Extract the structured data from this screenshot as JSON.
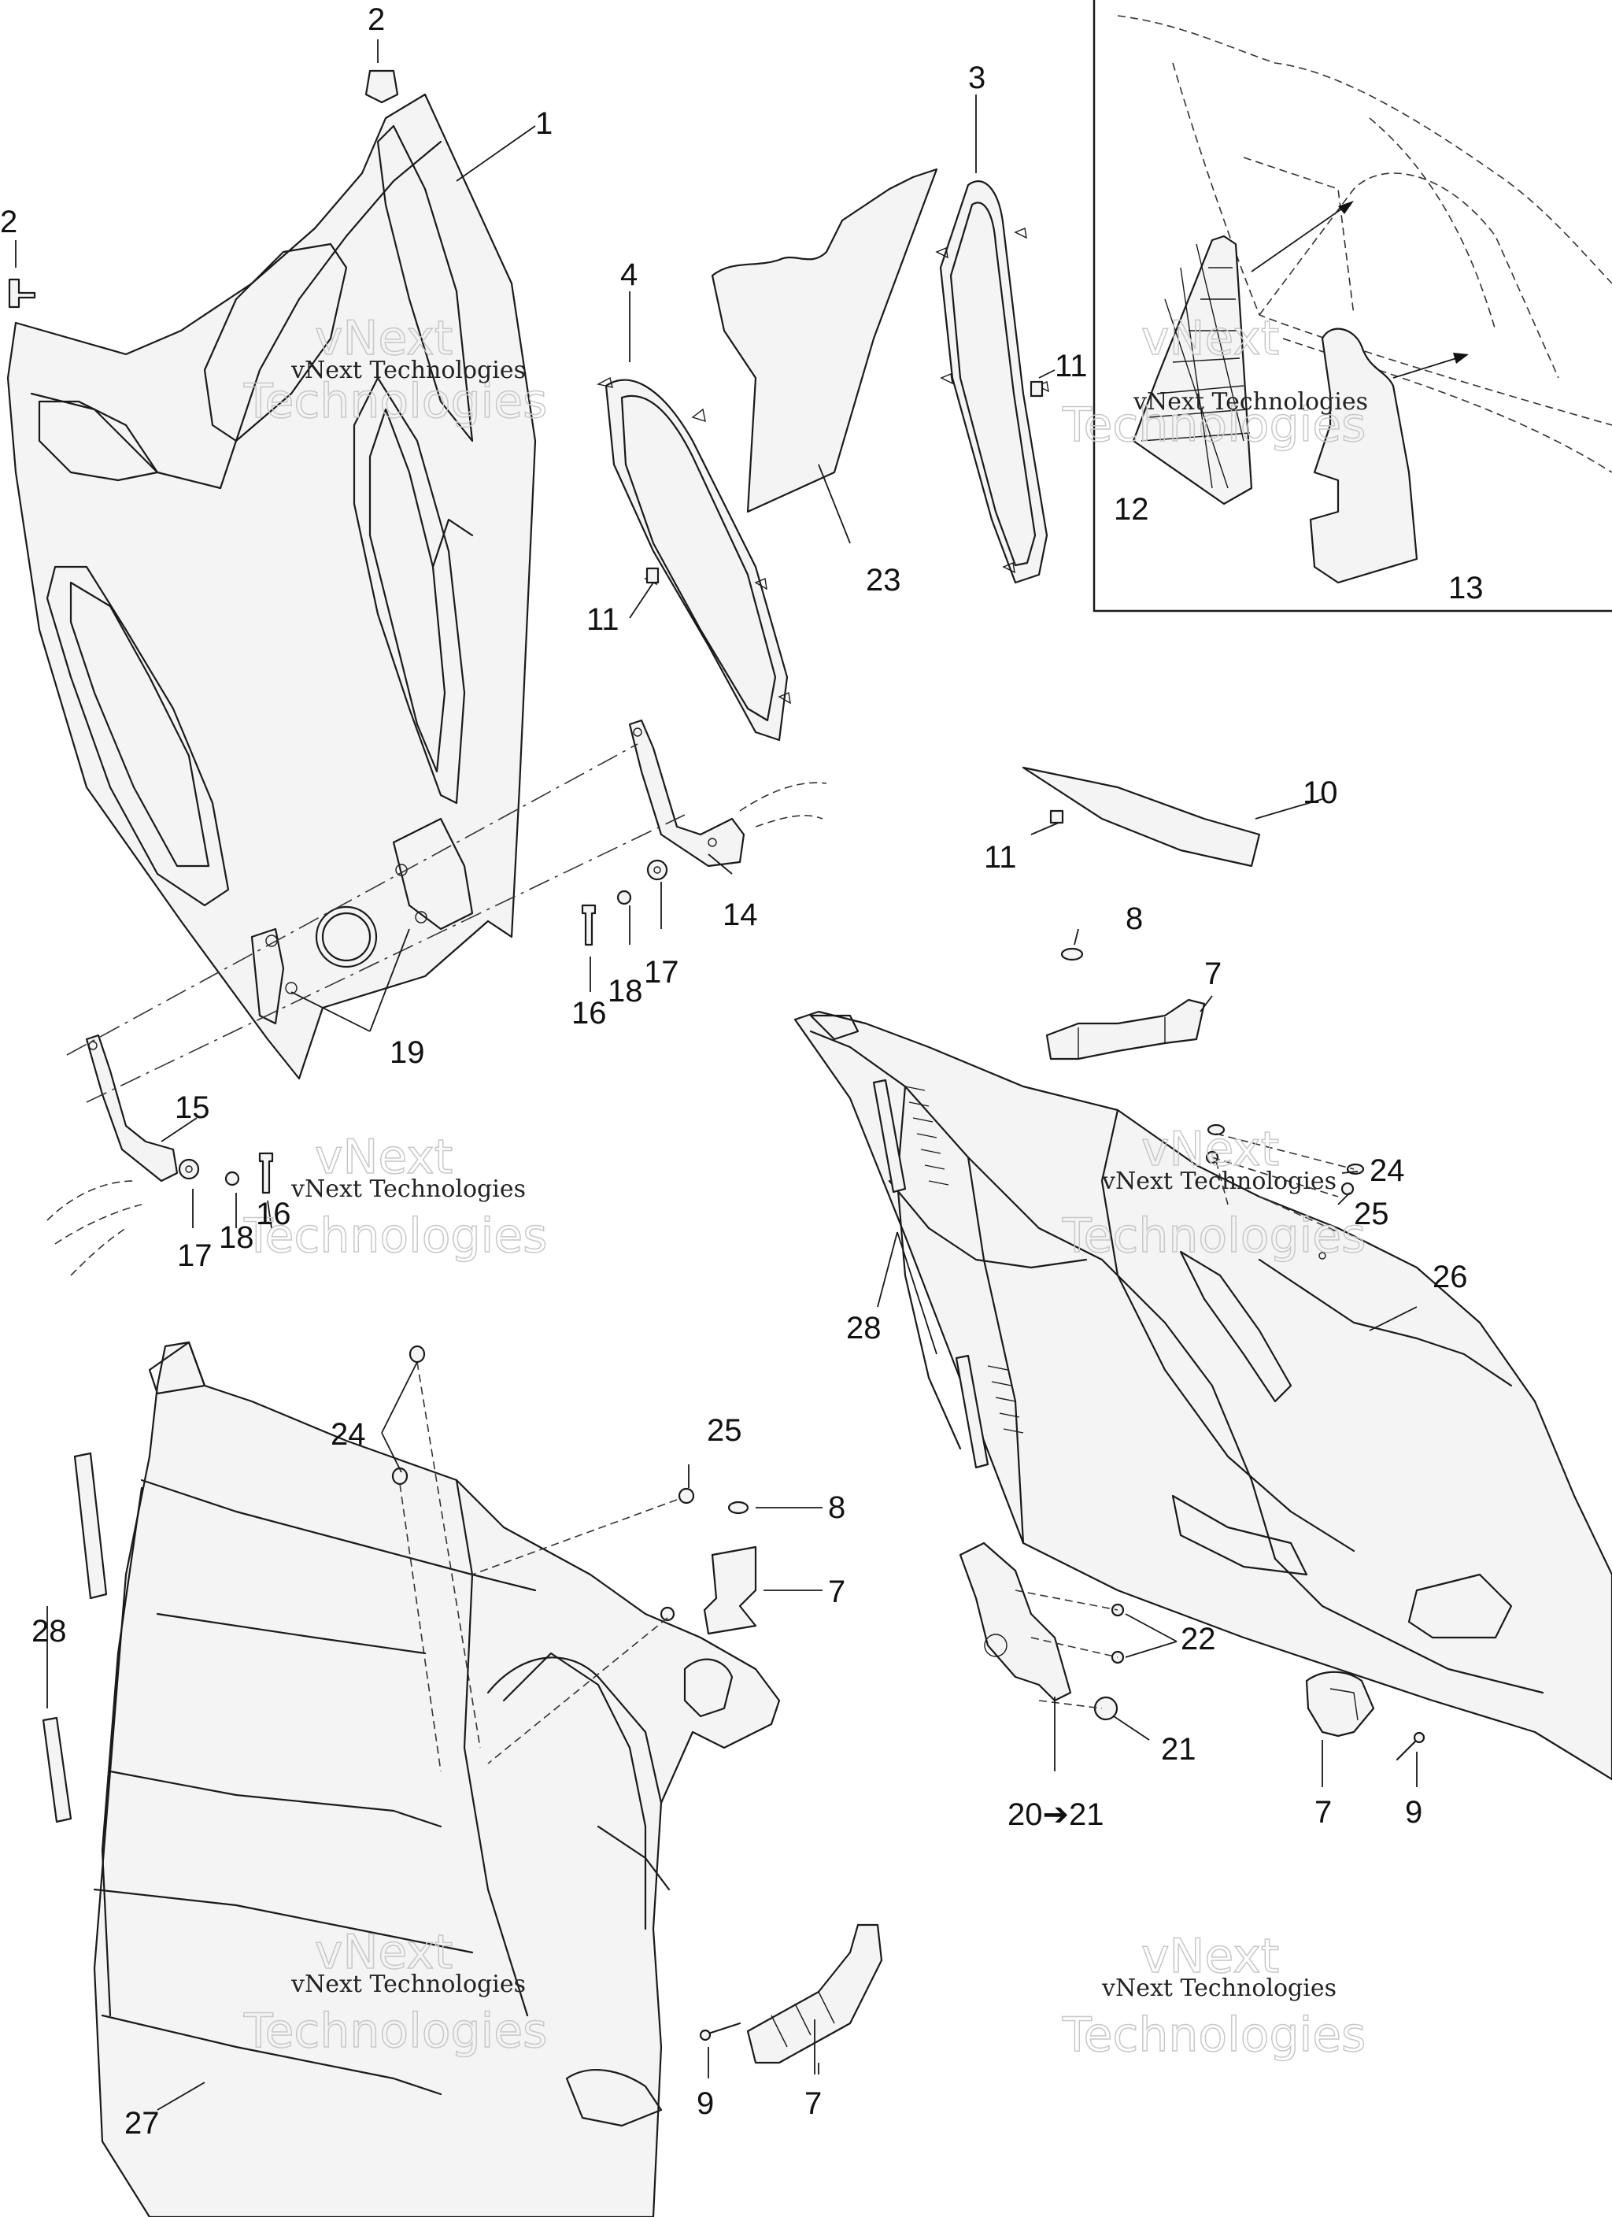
{
  "callouts": {
    "c1": "1",
    "c2a": "2",
    "c2b": "2",
    "c3": "3",
    "c4": "4",
    "c7a": "7",
    "c7b": "7",
    "c7c": "7",
    "c7d": "7",
    "c8a": "8",
    "c8b": "8",
    "c9a": "9",
    "c9b": "9",
    "c10": "10",
    "c11a": "11",
    "c11b": "11",
    "c11c": "11",
    "c12": "12",
    "c13": "13",
    "c14": "14",
    "c15": "15",
    "c16a": "16",
    "c16b": "16",
    "c17a": "17",
    "c17b": "17",
    "c18a": "18",
    "c18b": "18",
    "c19": "19",
    "c20": "20➔21",
    "c21": "21",
    "c22": "22",
    "c23": "23",
    "c24a": "24",
    "c24b": "24",
    "c25a": "25",
    "c25b": "25",
    "c26": "26",
    "c27": "27",
    "c28a": "28",
    "c28b": "28"
  },
  "watermark": {
    "line1": "vNext Technologies",
    "big_a": "vNext",
    "big_b": "Technologies"
  }
}
